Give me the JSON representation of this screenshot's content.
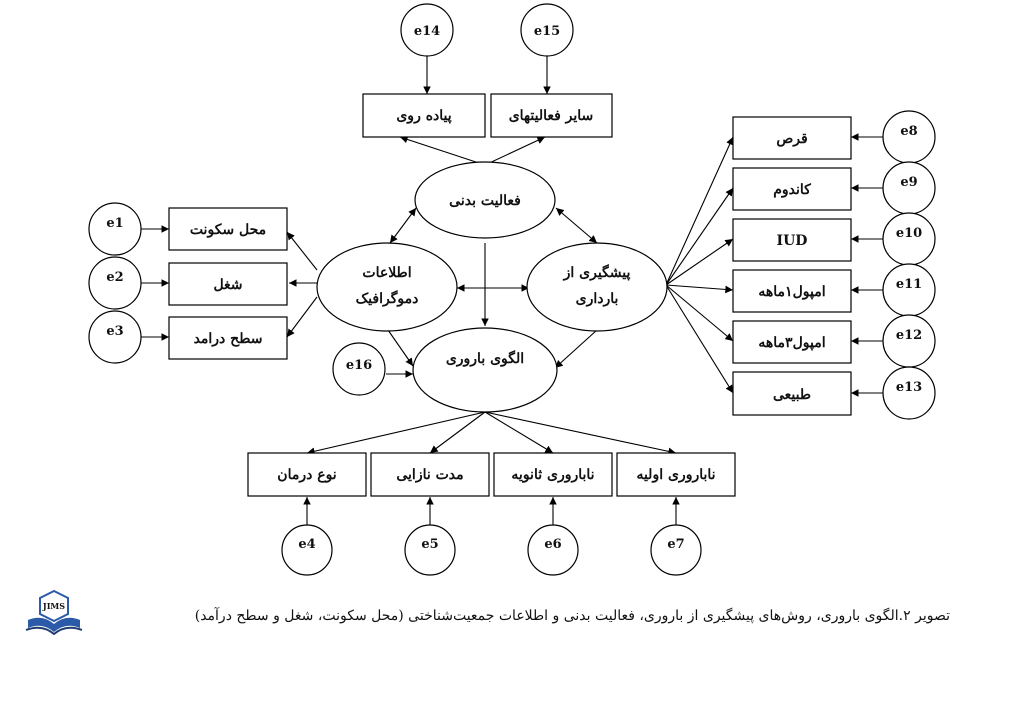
{
  "colors": {
    "stroke": "#000000",
    "logo_accent": "#2b5aa8",
    "logo_dark": "#1f3c6e"
  },
  "latents": {
    "physical_activity": "فعالیت بدنی",
    "demographic": [
      "اطلاعات",
      "دموگرافیک"
    ],
    "contraception": [
      "پیشگیری از",
      "بارداری"
    ],
    "fertility_pattern": "الگوی باروری"
  },
  "indicators": {
    "walking": "پیاده روی",
    "other_activities": "سایر فعالیتهای",
    "residence": "محل سکونت",
    "job": "شغل",
    "income": "سطح درامد",
    "pill": "قرص",
    "condom": "کاندوم",
    "iud": "IUD",
    "ampoule_1m": "امپول۱ماهه",
    "ampoule_3m": "امپول۳ماهه",
    "natural": "طبیعی",
    "treatment_type": "نوع درمان",
    "infertility_duration": "مدت نازایی",
    "secondary_infertility": "ناباروری ثانویه",
    "primary_infertility": "ناباروری اولیه"
  },
  "errors": {
    "e1": "e1",
    "e2": "e2",
    "e3": "e3",
    "e4": "e4",
    "e5": "e5",
    "e6": "e6",
    "e7": "e7",
    "e8": "e8",
    "e9": "e9",
    "e10": "e10",
    "e11": "e11",
    "e12": "e12",
    "e13": "e13",
    "e14": "e14",
    "e15": "e15",
    "e16": "e16"
  },
  "caption": "تصویر ۲.الگوی باروری، روش‌های پیشگیری از باروری، فعالیت بدنی و اطلاعات جمعیت‌شناختی (محل سکونت، شغل و سطح درآمد)",
  "logo": {
    "text": "JIMS",
    "icon": "journal-book-logo"
  }
}
